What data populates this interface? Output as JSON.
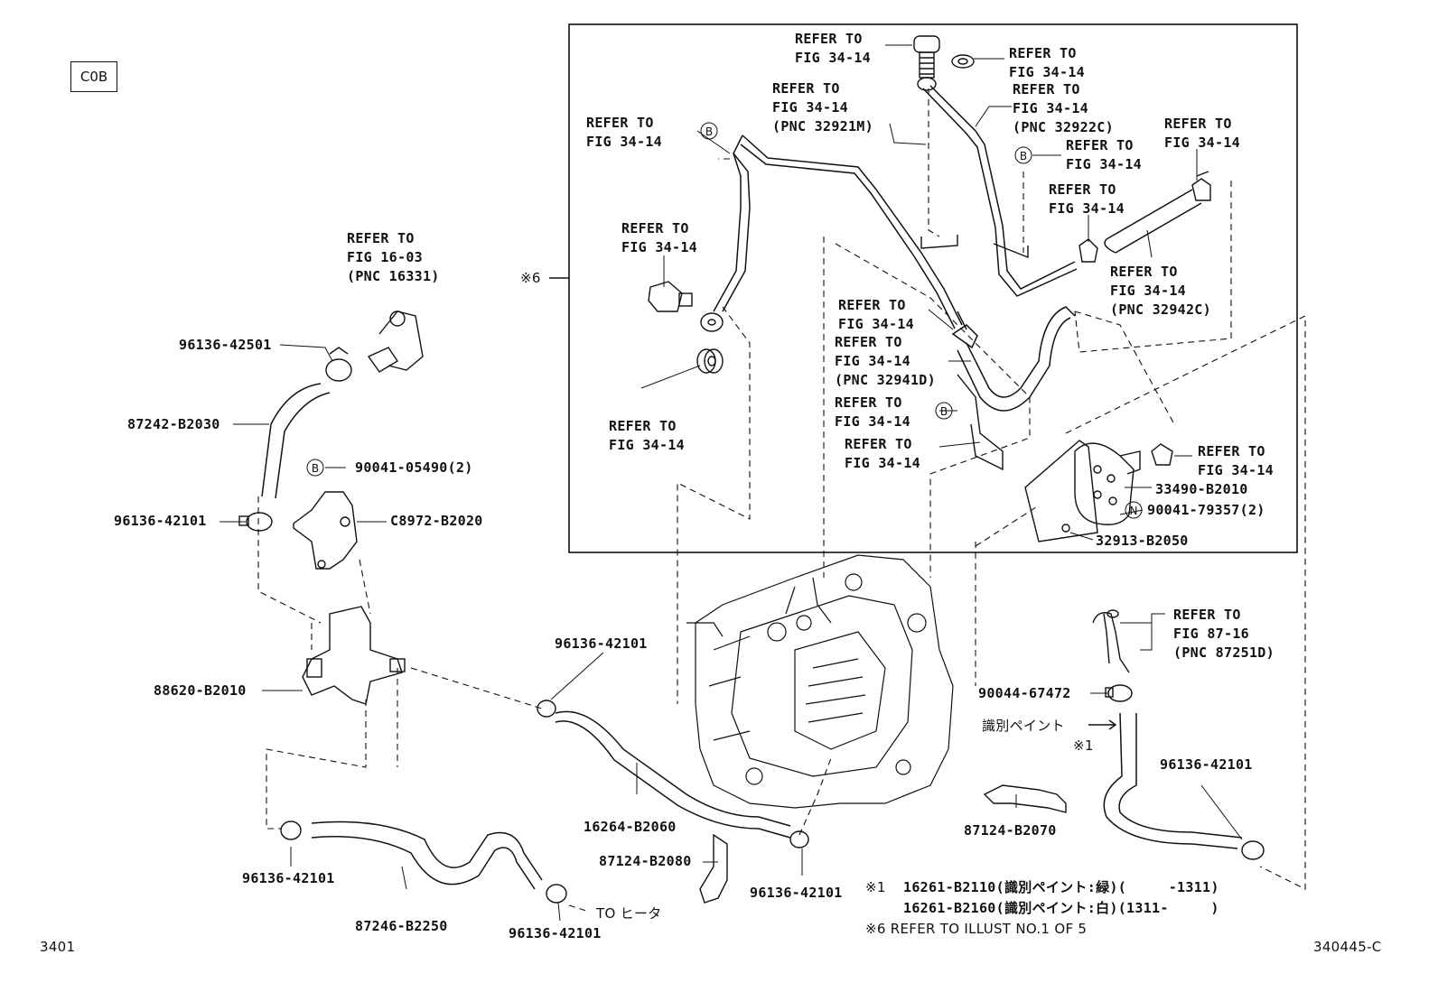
{
  "code": "C0B",
  "bottom_left": "3401",
  "bottom_right": "340445-C",
  "star6_marker": "※6",
  "labels": {
    "l_top_plug": "REFER TO\nFIG 34-14",
    "l_top_washer": "REFER TO\nFIG 34-14",
    "l_pipe_32921m": "REFER TO\nFIG 34-14\n(PNC 32921M)",
    "l_pipe_32922c": "REFER TO\nFIG 34-14\n(PNC 32922C)",
    "l_left_b": "REFER TO\nFIG 34-14",
    "l_b2": "REFER TO\nFIG 34-14",
    "l_right_clamp": "REFER TO\nFIG 34-14",
    "l_clamp2": "REFER TO\nFIG 34-14",
    "l_union_bolt": "REFER TO\nFIG 34-14",
    "l_hose_32942c": "REFER TO\nFIG 34-14\n(PNC 32942C)",
    "l_clamp3": "REFER TO\nFIG 34-14",
    "l_hose_32941d": "REFER TO\nFIG 34-14\n(PNC 32941D)",
    "l_gasket": "REFER TO\nFIG 34-14",
    "l_b3": "REFER TO\nFIG 34-14",
    "l_bracket": "REFER TO\nFIG 34-14",
    "l_cooler_clamp": "REFER TO\nFIG 34-14",
    "l_fig1603": "REFER TO\nFIG 16-03\n(PNC 16331)",
    "l_fig8716": "REFER TO\nFIG 87-16\n(PNC 87251D)"
  },
  "parts": {
    "p_96136_42501": "96136-42501",
    "p_87242_b2030": "87242-B2030",
    "p_90041_05490": "90041-05490(2)",
    "p_c8972_b2020": "C8972-B2020",
    "p_96136_42101_a": "96136-42101",
    "p_88620_b2010": "88620-B2010",
    "p_96136_42101_b": "96136-42101",
    "p_16264_b2060": "16264-B2060",
    "p_87124_b2080": "87124-B2080",
    "p_96136_42101_c": "96136-42101",
    "p_96136_42101_d": "96136-42101",
    "p_87246_b2250": "87246-B2250",
    "p_96136_42101_e": "96136-42101",
    "p_33490_b2010": "33490-B2010",
    "p_90041_79357": "90041-79357(2)",
    "p_32913_b2050": "32913-B2050",
    "p_90044_67472": "90044-67472",
    "p_87124_b2070": "87124-B2070",
    "p_96136_42101_f": "96136-42101"
  },
  "paint_id": "識別ペイント",
  "star1_marker": "※1",
  "to_heater": "TO ヒータ",
  "notes": {
    "n1_mark": "※1",
    "n1_a": "16261-B2110(識別ペイント:緑)(     -1311)",
    "n1_b": "16261-B2160(識別ペイント:白)(1311-     )",
    "n6": "※6 REFER TO ILLUST NO.1 OF 5"
  },
  "circled_markers": {
    "b": "B",
    "n": "N"
  }
}
